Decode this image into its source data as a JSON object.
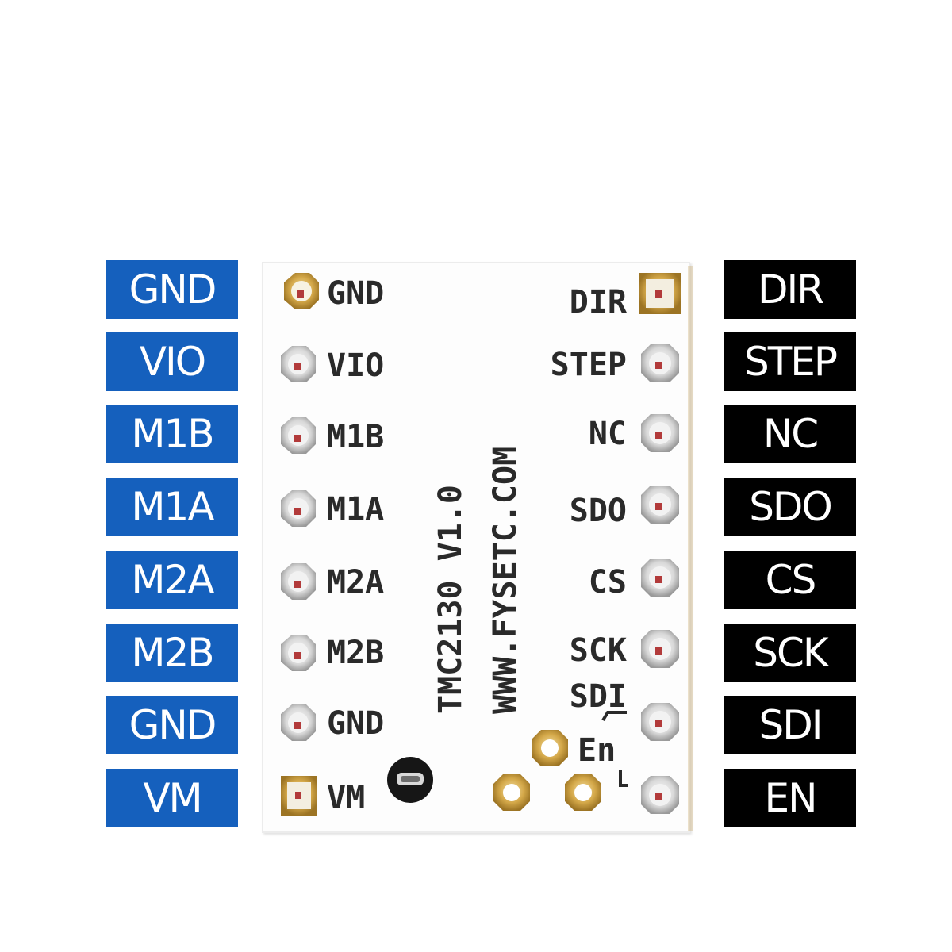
{
  "left_labels": [
    "GND",
    "VIO",
    "M1B",
    "M1A",
    "M2A",
    "M2B",
    "GND",
    "VM"
  ],
  "right_labels": [
    "DIR",
    "STEP",
    "NC",
    "SDO",
    "CS",
    "SCK",
    "SDI",
    "EN"
  ],
  "board": {
    "left_silk": [
      "GND",
      "VIO",
      "M1B",
      "M1A",
      "M2A",
      "M2B",
      "GND",
      "VM"
    ],
    "right_silk": [
      "DIR",
      "STEP",
      "NC",
      "SDO",
      "CS",
      "SCK",
      "SDI",
      "En"
    ],
    "model_text": "TMC2130 V1.0",
    "url_text": "WWW.FYSETC.COM"
  },
  "colors": {
    "left_tag": "#1560bd",
    "right_tag": "#000000"
  }
}
